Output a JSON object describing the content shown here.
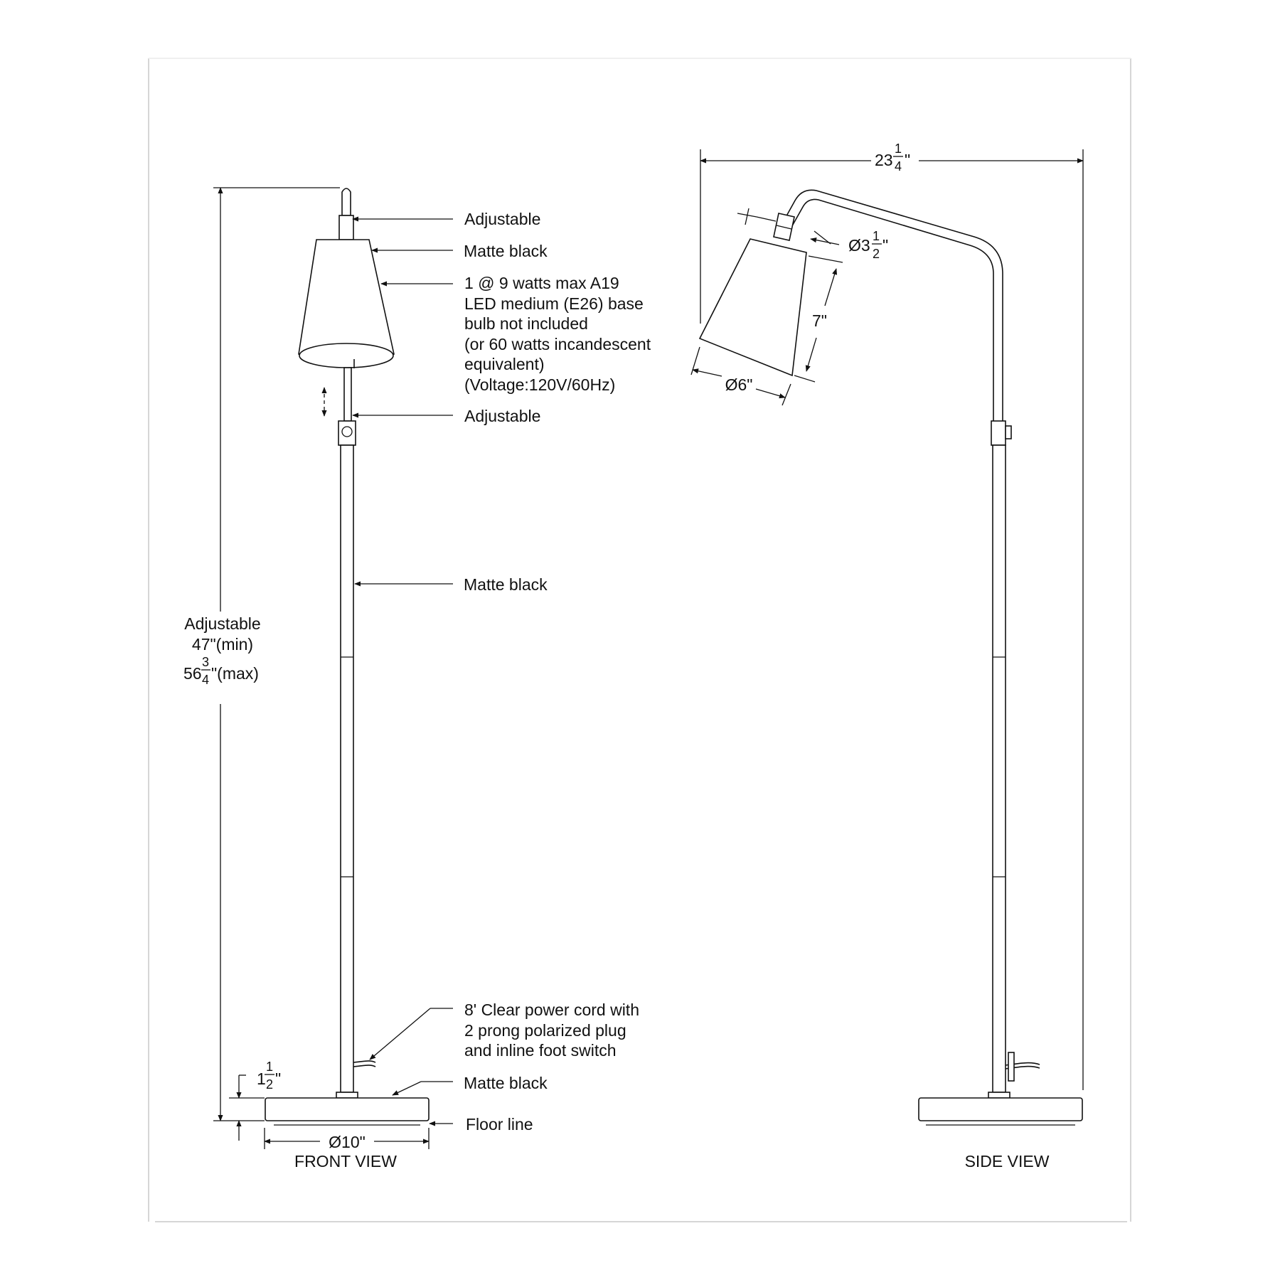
{
  "views": {
    "front": {
      "title": "FRONT VIEW",
      "callouts": {
        "top_adjustable": "Adjustable",
        "shade_finish": "Matte black",
        "bulb_spec": [
          "1 @ 9 watts max A19",
          "LED medium (E26) base",
          "bulb not included",
          "(or 60 watts incandescent",
          "equivalent)",
          "(Voltage:120V/60Hz)"
        ],
        "height_adjustable": "Adjustable",
        "pole_finish": "Matte black",
        "cord": [
          "8' Clear power cord with",
          "2 prong polarized plug",
          "and inline foot switch"
        ],
        "base_finish": "Matte black",
        "floor": "Floor line"
      },
      "dimensions": {
        "overall_height_label": "Adjustable",
        "height_min": "47\"(min)",
        "height_max_whole": "56",
        "height_max_num": "3",
        "height_max_den": "4",
        "height_max_suffix": "\"(max)",
        "base_height_whole": "1",
        "base_height_num": "1",
        "base_height_den": "2",
        "base_height_suffix": "\"",
        "base_diameter": "Ø10\""
      }
    },
    "side": {
      "title": "SIDE VIEW",
      "dimensions": {
        "overall_width_whole": "23",
        "overall_width_num": "1",
        "overall_width_den": "4",
        "overall_width_suffix": "\"",
        "shade_top_prefix": "Ø3",
        "shade_top_num": "1",
        "shade_top_den": "2",
        "shade_top_suffix": "\"",
        "shade_height": "7\"",
        "shade_bottom": "Ø6\""
      }
    }
  },
  "colors": {
    "line": "#111111",
    "frame": "#d6d6d6",
    "background": "#ffffff"
  }
}
